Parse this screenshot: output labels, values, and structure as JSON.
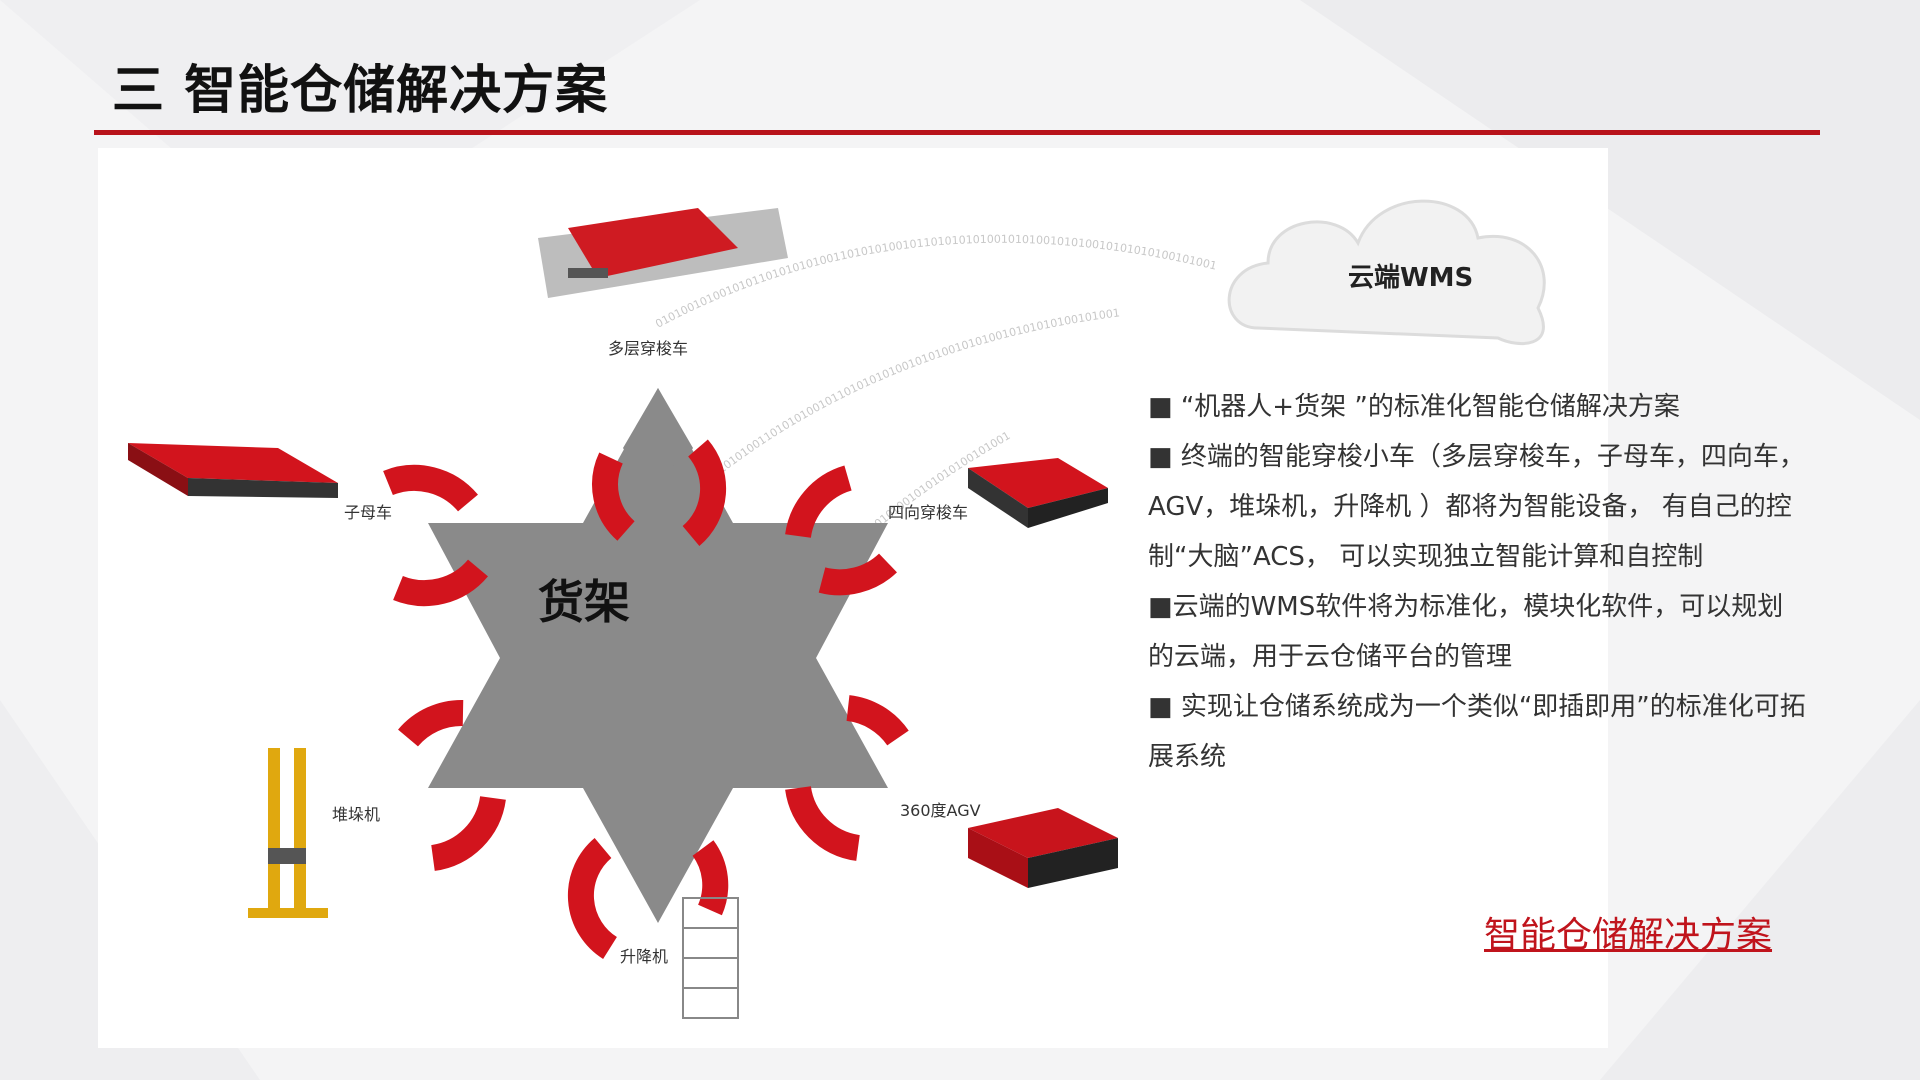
{
  "slide": {
    "title": "三 智能仓储解决方案"
  },
  "diagram": {
    "center_label": "货架",
    "cloud_label": "云端WMS",
    "binary_text": "0101001010010101101010101001101010100101101010101001010100101010010101010100101001",
    "devices": [
      {
        "label": "多层穿梭车"
      },
      {
        "label": "四向穿梭车"
      },
      {
        "label": "360度AGV"
      },
      {
        "label": "升降机"
      },
      {
        "label": "堆垛机"
      },
      {
        "label": "子母车"
      }
    ]
  },
  "bullets": [
    "■ “机器人+货架 ”的标准化智能仓储解决方案",
    "■ 终端的智能穿梭小车（多层穿梭车，子母车，四向车，AGV，堆垛机，升降机 ）都将为智能设备， 有自己的控制“大脑”ACS， 可以实现独立智能计算和自控制",
    "■云端的WMS软件将为标准化，模块化软件，可以规划的云端，用于云仓储平台的管理",
    "■ 实现让仓储系统成为一个类似“即插即用”的标准化可拓展系统"
  ],
  "link": {
    "label": "智能仓储解决方案"
  },
  "colors": {
    "accent": "#c0141c",
    "shelf": "#8a8a8a"
  }
}
